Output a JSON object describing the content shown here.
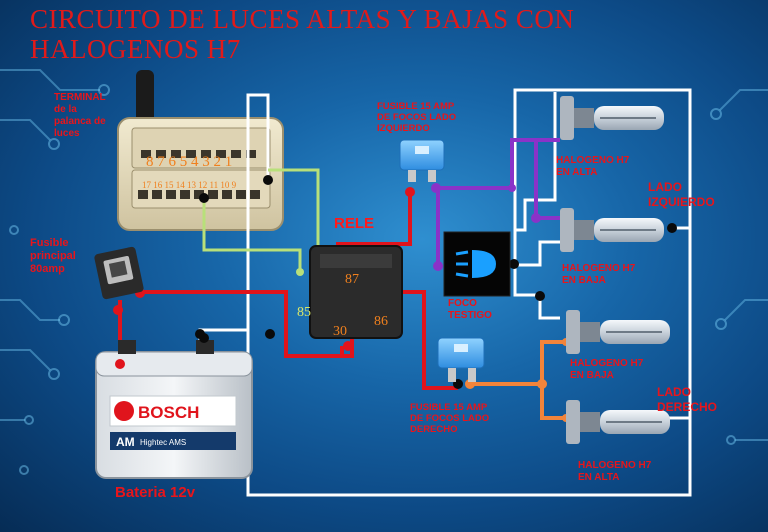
{
  "title": {
    "line1": "CIRCUITO DE LUCES ALTAS Y BAJAS CON",
    "line2": "HALOGENOS H7"
  },
  "labels": {
    "terminal": [
      "TERMINAL",
      "de la",
      "palanca de",
      "luces"
    ],
    "main_fuse": [
      "Fusible",
      "principal",
      "80amp"
    ],
    "fuse_left": [
      "FUSIBLE 15 AMP",
      "DE FOCOS LADO",
      "IZQUIERDO"
    ],
    "fuse_right": [
      "FUSIBLE 15 AMP",
      "DE FOCOS LADO",
      "DERECHO"
    ],
    "relay": "RELE",
    "indicator": [
      "FOCO",
      "TESTIGO"
    ],
    "halogen_left_high": [
      "HALOGENO H7",
      "EN ALTA"
    ],
    "halogen_left_low": [
      "HALOGENO H7",
      "EN BAJA"
    ],
    "halogen_right_low": [
      "HALOGENO H7",
      "EN BAJA"
    ],
    "halogen_right_high": [
      "HALOGENO H7",
      "EN ALTA"
    ],
    "side_left": [
      "LADO",
      "IZQUIERDO"
    ],
    "side_right": [
      "LADO",
      "DERECHO"
    ],
    "battery": "Bateria 12v"
  },
  "connector": {
    "top_pins": "8 7 6 5 4 3 2 1",
    "bottom_pins": "17 16 15 14 13 12 11 10 9"
  },
  "relay_pins": {
    "p87": "87",
    "p85": "85",
    "p30": "30",
    "p86": "86"
  },
  "battery": {
    "brand": "BOSCH",
    "model": "AM",
    "model_sub": "Hightec AMS"
  },
  "colors": {
    "title": "#e01a1a",
    "wire_red": "#e0141c",
    "wire_white": "#ffffff",
    "wire_green": "#b8e07a",
    "wire_purple": "#8a33c8",
    "wire_orange": "#f2843a",
    "label_red": "#e8151b"
  }
}
